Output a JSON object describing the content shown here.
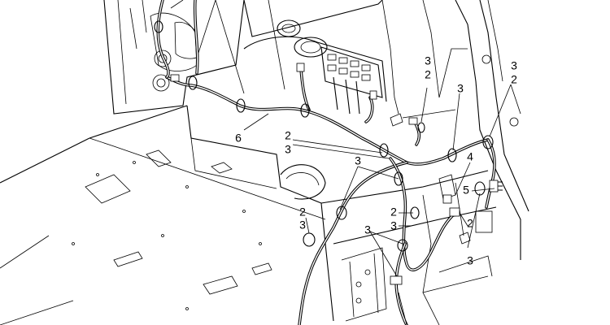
{
  "callouts": [
    {
      "id": "c-3-a",
      "text": "3"
    },
    {
      "id": "c-2-a",
      "text": "2"
    },
    {
      "id": "c-3-b",
      "text": "3"
    },
    {
      "id": "c-3-c",
      "text": "3"
    },
    {
      "id": "c-2-b",
      "text": "2"
    },
    {
      "id": "c-6",
      "text": "6"
    },
    {
      "id": "c-2-c",
      "text": "2"
    },
    {
      "id": "c-3-d",
      "text": "3"
    },
    {
      "id": "c-4",
      "text": "4"
    },
    {
      "id": "c-5",
      "text": "5"
    },
    {
      "id": "c-3-e",
      "text": "3"
    },
    {
      "id": "c-2-d",
      "text": "2"
    },
    {
      "id": "c-3-f",
      "text": "3"
    },
    {
      "id": "c-2-e",
      "text": "2"
    },
    {
      "id": "c-3-g",
      "text": "3"
    },
    {
      "id": "c-2-f",
      "text": "2"
    },
    {
      "id": "c-3-h",
      "text": "3"
    },
    {
      "id": "c-3-i",
      "text": "3"
    }
  ]
}
